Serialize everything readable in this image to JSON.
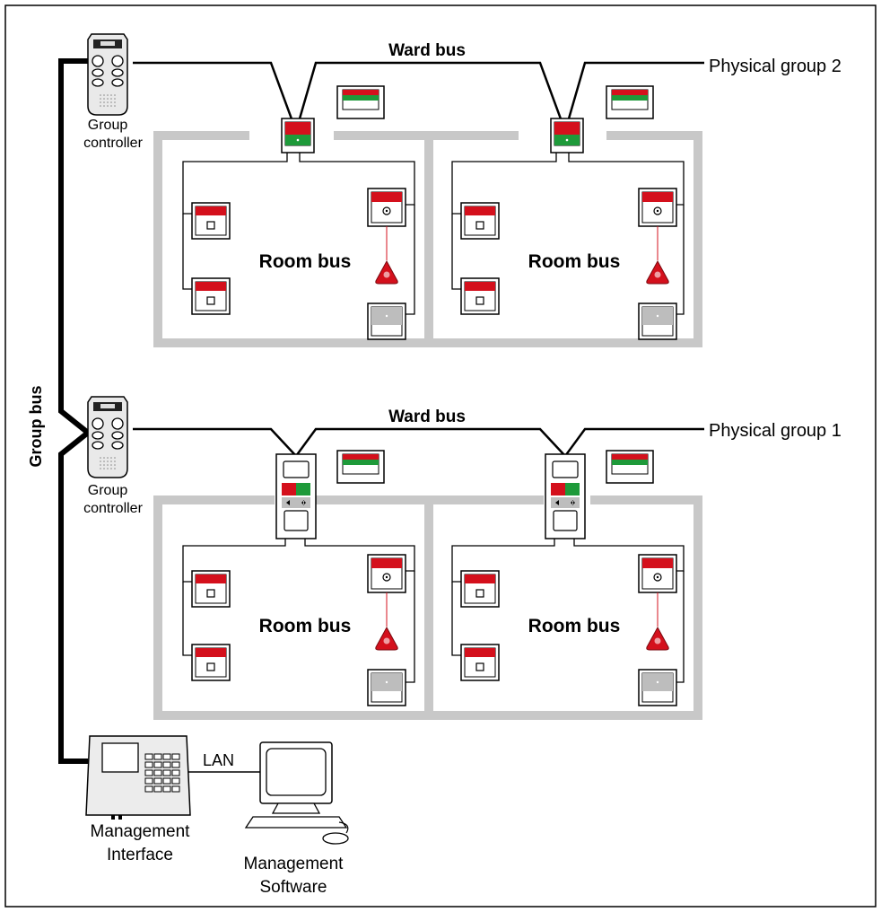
{
  "labels": {
    "ward_bus_top": "Ward bus",
    "ward_bus_bottom": "Ward bus",
    "physical_group_2": "Physical group 2",
    "physical_group_1": "Physical group 1",
    "group_bus": "Group bus",
    "group_controller_1_line1": "Group",
    "group_controller_1_line2": "controller",
    "group_controller_2_line1": "Group",
    "group_controller_2_line2": "controller",
    "room_bus": "Room bus",
    "lan": "LAN",
    "management_interface_line1": "Management",
    "management_interface_line2": "Interface",
    "management_software_line1": "Management",
    "management_software_line2": "Software"
  },
  "colors": {
    "alarm_red": "#d4101c",
    "presence_green": "#1e9a3a",
    "wall_gray": "#c8c8c8"
  }
}
